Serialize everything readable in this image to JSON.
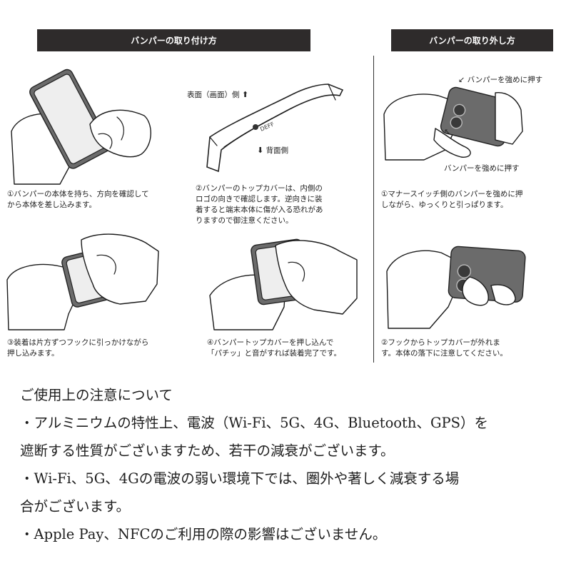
{
  "headers": {
    "attach": "バンパーの取り付け方",
    "remove": "バンパーの取り外し方"
  },
  "labels": {
    "front_side": "表面（画面）側",
    "back_side": "背面側",
    "press_top": "バンパーを強めに押す",
    "press_bottom": "バンパーを強めに押す",
    "logo": "DEFF"
  },
  "attach_steps": [
    {
      "line1": "①バンパーの本体を持ち、方向を確認して",
      "line2": "から本体を差し込みます。"
    },
    {
      "line1": "②バンパーのトップカバーは、内側の",
      "line2": "ロゴの向きで確認します。逆向きに装",
      "line3": "着すると端末本体に傷が入る恐れがあ",
      "line4": "りますので御注意ください。"
    },
    {
      "line1": "③装着は片方ずつフックに引っかけながら",
      "line2": "押し込みます。"
    },
    {
      "line1": "④バンパートップカバーを押し込んで",
      "line2": "「パチッ」と音がすれば装着完了です。"
    }
  ],
  "remove_steps": [
    {
      "line1": "①マナースイッチ側のバンパーを強めに押",
      "line2": "しながら、ゆっくりと引っぱります。"
    },
    {
      "line1": "②フックからトップカバーが外れま",
      "line2": "す。本体の落下に注意してください。"
    }
  ],
  "notes": {
    "title": "ご使用上の注意について",
    "line1": "・アルミニウムの特性上、電波（Wi-Fi、5G、4G、Bluetooth、GPS）を",
    "line2": "遮断する性質がございますため、若干の減衰がございます。",
    "line3": "・Wi-Fi、5G、4Gの電波の弱い環境下では、圏外や著しく減衰する場",
    "line4": "合がございます。",
    "line5": "・Apple Pay、NFCのご利用の際の影響はございません。"
  }
}
